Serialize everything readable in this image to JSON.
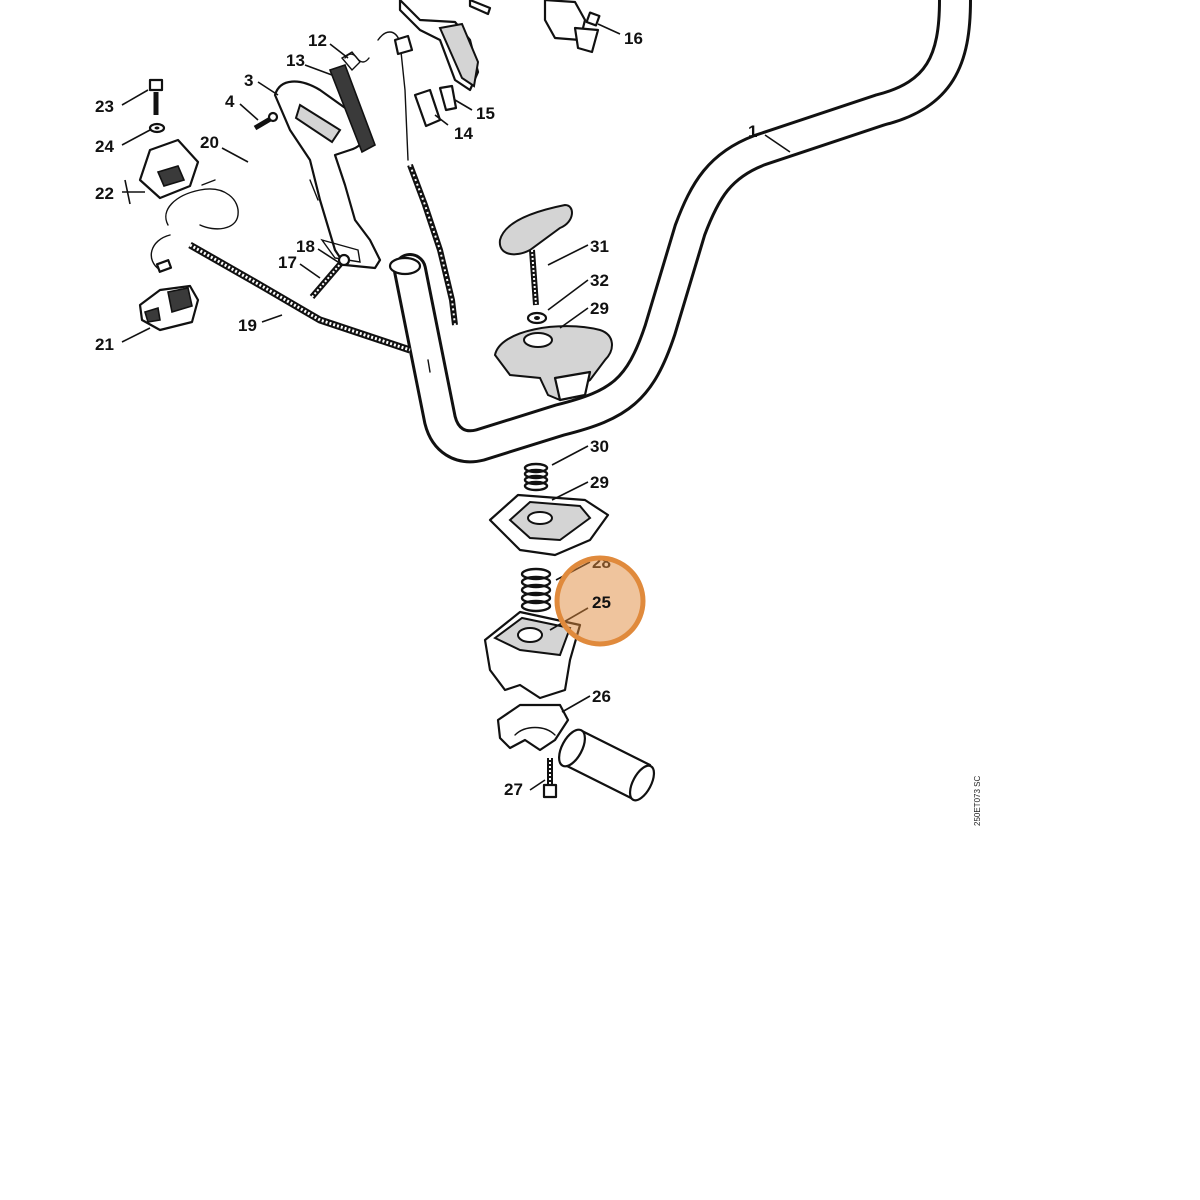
{
  "diagram": {
    "drawing_code": "250ET073 SC",
    "highlight_color": "#e08a3c",
    "highlighted_part": "25",
    "callouts": [
      "1",
      "3",
      "4",
      "12",
      "13",
      "14",
      "15",
      "16",
      "17",
      "18",
      "19",
      "20",
      "21",
      "22",
      "23",
      "24",
      "25",
      "26",
      "27",
      "28",
      "29",
      "29",
      "30",
      "31",
      "32"
    ]
  }
}
